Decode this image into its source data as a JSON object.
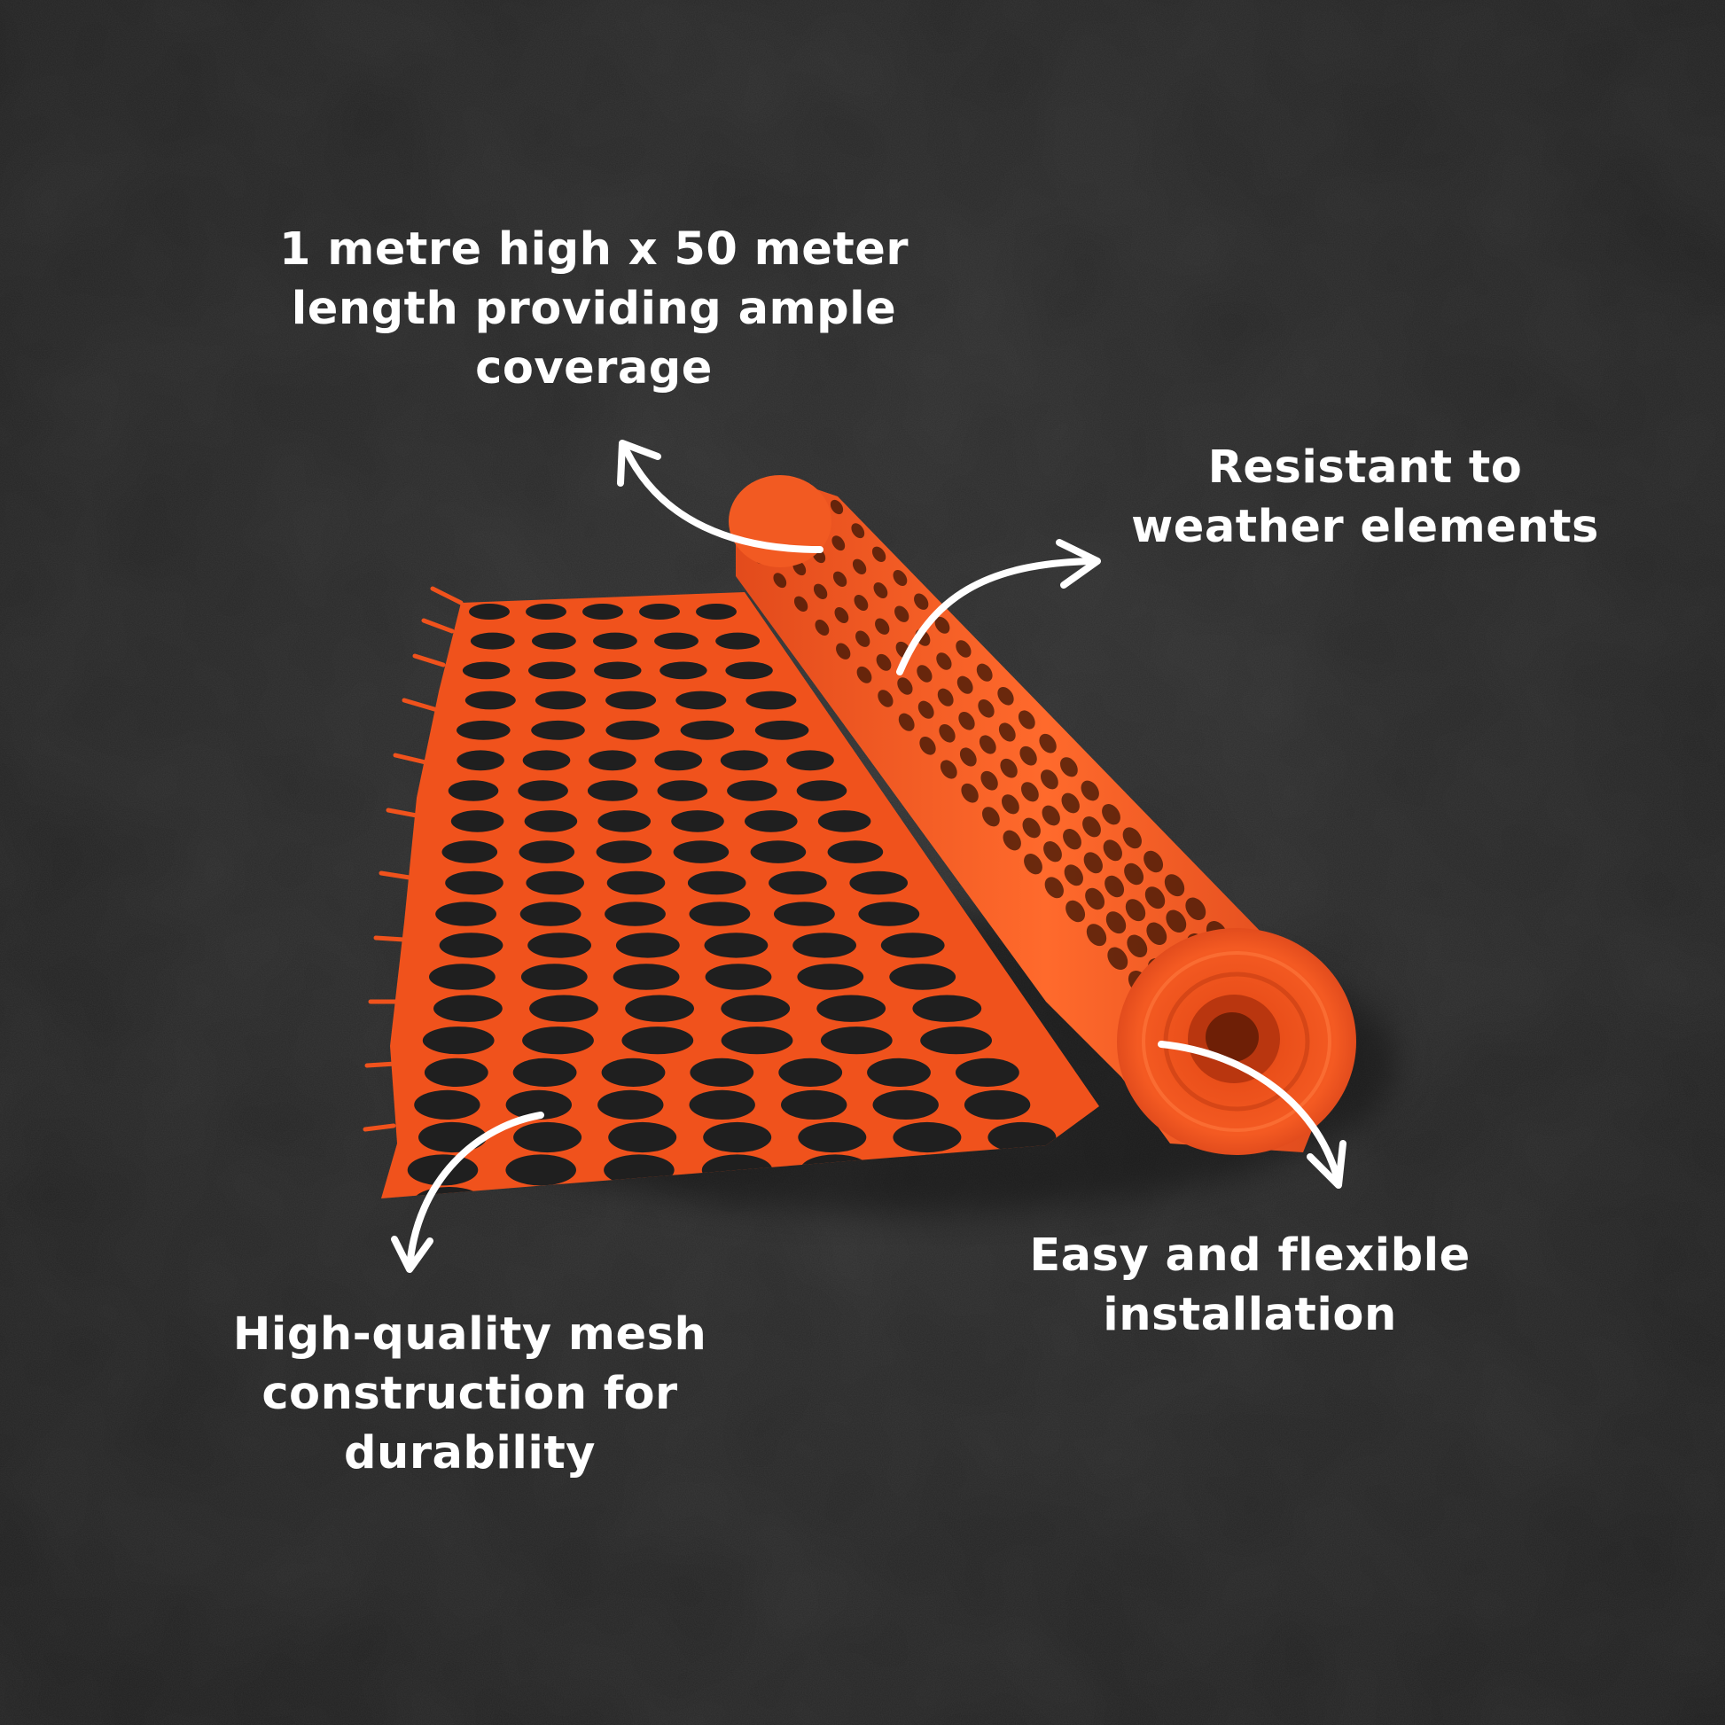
{
  "callouts": {
    "size": {
      "lines": [
        "1 metre high x 50 meter",
        "length providing ample",
        "coverage"
      ]
    },
    "weather": {
      "lines": [
        "Resistant to",
        "weather elements"
      ]
    },
    "installation": {
      "lines": [
        "Easy and flexible",
        "installation"
      ]
    },
    "mesh": {
      "lines": [
        "High-quality mesh",
        "construction for",
        "durability"
      ]
    }
  },
  "colors": {
    "background": "#222222",
    "mesh_orange": "#f0521c",
    "mesh_highlight": "#ff7a3d",
    "mesh_shadow": "#b83a12",
    "text": "#ffffff"
  },
  "icons": {
    "arrow_size": "curved-arrow-up-left",
    "arrow_weather": "curved-arrow-right",
    "arrow_install": "curved-arrow-down",
    "arrow_mesh": "curved-arrow-down-left"
  }
}
